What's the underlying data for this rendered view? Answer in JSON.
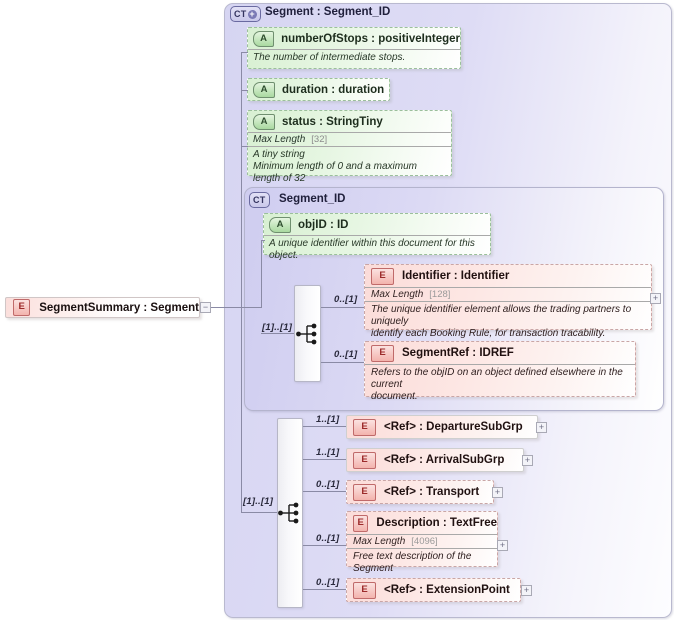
{
  "diagram": {
    "kind": "xsd-schema-diagram",
    "root_element": {
      "badge": "E",
      "label": "SegmentSummary : Segment",
      "expander": "−"
    },
    "outer_type": {
      "badge": "CT",
      "badge_plus": "+",
      "title": "Segment : Segment_ID"
    },
    "attributes": [
      {
        "badge": "A",
        "label": "numberOfStops : positiveInteger",
        "doc": "The number of intermediate stops."
      },
      {
        "badge": "A",
        "label": "duration  : duration"
      },
      {
        "badge": "A",
        "label": "status      : StringTiny",
        "facet_name": "Max Length",
        "facet_value": "[32]",
        "doc_line1": "A tiny string",
        "doc_line2": "Minimum length of 0 and a maximum length of 32"
      }
    ],
    "inner_type": {
      "badge": "CT",
      "title": "Segment_ID",
      "attribute": {
        "badge": "A",
        "label": "objID      : ID",
        "doc": "A unique identifier within this document for this object."
      },
      "sequence_occurrence": "[1]..[1]",
      "elements": [
        {
          "badge": "E",
          "occurrence": "0..[1]",
          "label": "Identifier : Identifier",
          "facet_name": "Max Length",
          "facet_value": "[128]",
          "doc_line1": "The unique identifier element allows the trading partners to  uniquely",
          "doc_line2": "identify each Booking Rule, for transaction tracability.",
          "expander": "+"
        },
        {
          "badge": "E",
          "occurrence": "0..[1]",
          "label": "SegmentRef : IDREF",
          "doc_line1": "Refers to the objID on an object defined elsewhere in the current",
          "doc_line2": "document."
        }
      ]
    },
    "content_sequence": {
      "occurrence": "[1]..[1]",
      "elements": [
        {
          "badge": "E",
          "occurrence": "1..[1]",
          "label": "<Ref>      : DepartureSubGrp",
          "expander": "+",
          "required": true
        },
        {
          "badge": "E",
          "occurrence": "1..[1]",
          "label": "<Ref>      : ArrivalSubGrp",
          "expander": "+",
          "required": true
        },
        {
          "badge": "E",
          "occurrence": "0..[1]",
          "label": "<Ref>      : Transport",
          "expander": "+",
          "required": false
        },
        {
          "badge": "E",
          "occurrence": "0..[1]",
          "label": "Description : TextFree",
          "facet_name": "Max Length",
          "facet_value": "[4096]",
          "doc_line1": "Free text description of the Segment",
          "expander": "+",
          "required": false
        },
        {
          "badge": "E",
          "occurrence": "0..[1]",
          "label": "<Ref>      : ExtensionPoint",
          "expander": "+",
          "required": false
        }
      ]
    },
    "colors": {
      "attribute_fill": "#d8f0d2",
      "element_fill": "#fbdcd9",
      "container_fill": "#d6d5f2",
      "connector": "#8a8aa5",
      "badge_a_border": "#6f8f6f",
      "badge_e_border": "#c06a6a"
    }
  }
}
